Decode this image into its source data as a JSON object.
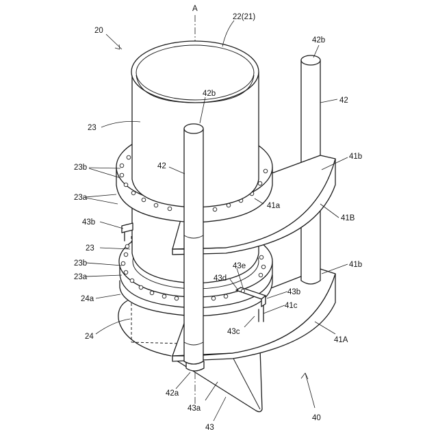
{
  "labels": {
    "axis_a": "A",
    "tube": "22(21)",
    "assembly": "20",
    "pipe_23_top": "23",
    "pipe_23_mid": "23",
    "flange_hole_23b_top": "23b",
    "flange_23a_top": "23a",
    "flange_hole_23b_mid": "23b",
    "flange_23a_mid": "23a",
    "bracket_43b_left": "43b",
    "bracket_43b_right": "43b",
    "flange_24a": "24a",
    "plate_24": "24",
    "rod_42_left": "42",
    "rod_42_right": "42",
    "rod_top_42b_left": "42b",
    "rod_top_42b_right": "42b",
    "plate_hole_41a": "41a",
    "plate_41B": "41B",
    "plate_41A": "41A",
    "rod_end_41b_top": "41b",
    "rod_end_41b_bottom": "41b",
    "bracket_43e": "43e",
    "bracket_43d": "43d",
    "slot_41c": "41c",
    "bracket_43c": "43c",
    "rod_foot_42a": "42a",
    "fin_43a": "43a",
    "fin_43": "43",
    "frame_40": "40"
  }
}
